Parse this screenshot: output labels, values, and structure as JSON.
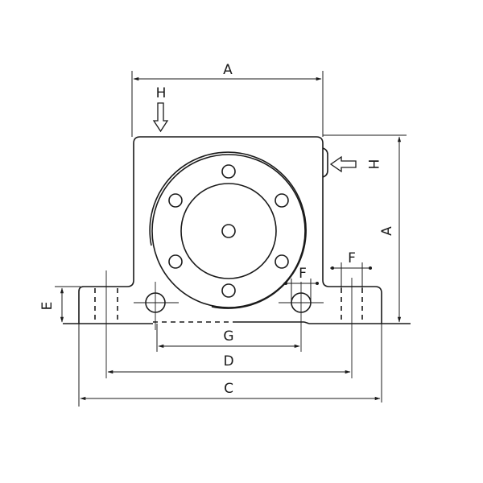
{
  "drawing": {
    "subject": "Pneumatic vibrator mounting dimensions",
    "line_color": "#1a1a1a",
    "background": "#ffffff"
  },
  "labels": {
    "top_width": "A",
    "side_height": "A",
    "force_top": "H",
    "force_side": "H",
    "bolt_hole_center": "F",
    "base_hole_width": "F",
    "base_height": "E",
    "hole_spacing_inner": "G",
    "hole_spacing_outer": "D",
    "overall_length": "C"
  }
}
